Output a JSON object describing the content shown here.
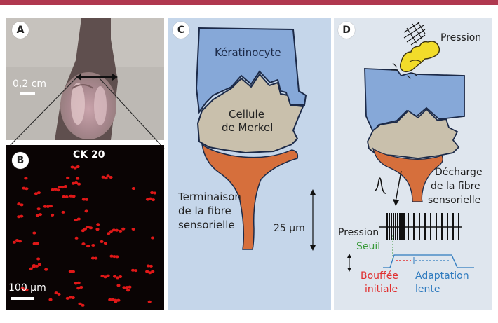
{
  "panels": {
    "a": {
      "letter": "A",
      "scale_label": "0,2 cm"
    },
    "b": {
      "letter": "B",
      "title": "CK 20",
      "scale_label": "100 µm"
    },
    "c": {
      "letter": "C",
      "keratinocyte_label": "Kératinocyte",
      "merkel_label_line1": "Cellule",
      "merkel_label_line2": "de Merkel",
      "terminal_label_line1": "Terminaison",
      "terminal_label_line2": "de la fibre",
      "terminal_label_line3": "sensorielle",
      "scale_label": "25 µm"
    },
    "d": {
      "letter": "D",
      "pressure_label": "Pression",
      "discharge_line1": "Décharge",
      "discharge_line2": "de la fibre",
      "discharge_line3": "sensorielle",
      "trace_pressure_label": "Pression",
      "threshold_label": "Seuil",
      "burst_line1": "Bouffée",
      "burst_line2": "initiale",
      "adapt_line1": "Adaptation",
      "adapt_line2": "lente"
    }
  },
  "colors": {
    "top_bar": "#b0384f",
    "panel_c_bg": "#c5d6ea",
    "panel_d_bg": "#dfe6ee",
    "keratinocyte": "#86a8d8",
    "merkel": "#c9c0ac",
    "fiber": "#d66f3c",
    "fluorescence": "#e01818",
    "threshold_text": "#3a9a3a",
    "burst_text": "#e03030",
    "adapt_text": "#2f7bbf"
  },
  "icons": [
    "hand-icon"
  ]
}
